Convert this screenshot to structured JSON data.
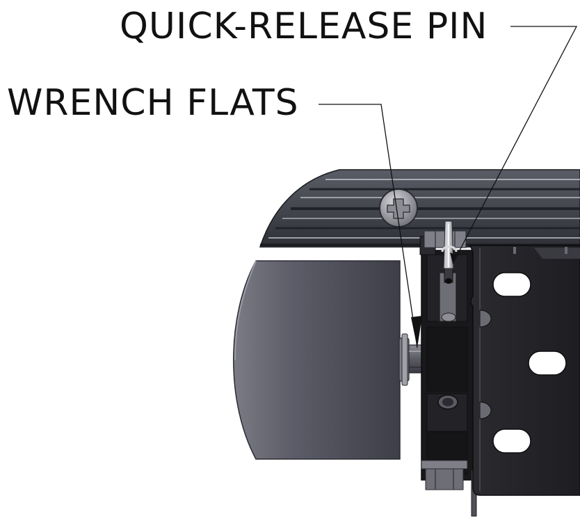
{
  "callouts": [
    {
      "id": "quick-release-pin",
      "label": "QUICK-RELEASE PIN"
    },
    {
      "id": "wrench-flats",
      "label": "WRENCH FLATS"
    }
  ]
}
